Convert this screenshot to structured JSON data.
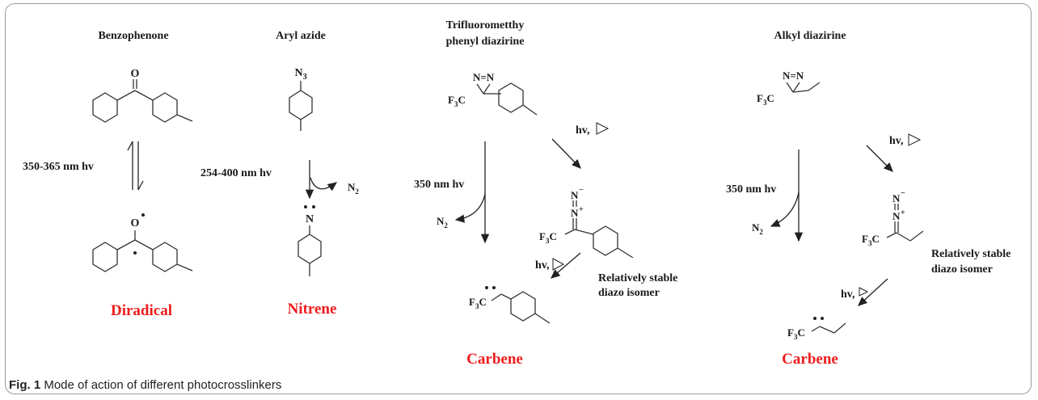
{
  "headers": {
    "benzophenone": "Benzophenone",
    "aryl_azide": "Aryl azide",
    "tfm_line1": "Trifluorometthy",
    "tfm_line2": "phenyl diazirine",
    "alkyl": "Alkyl diazirine"
  },
  "conditions": {
    "bp": "350-365 nm hv",
    "azide": "254-400 nm hv",
    "tfm": "350 nm hv",
    "alkyl": "350 nm hv",
    "hv_tfm_1": "hv,",
    "hv_tfm_2": "hv,",
    "hv_alk_1": "hv,",
    "hv_alk_2": "hv,"
  },
  "products": {
    "diradical": "Diradical",
    "nitrene": "Nitrene",
    "carbene1": "Carbene",
    "carbene2": "Carbene"
  },
  "notes": {
    "stable1_l1": "Relatively stable",
    "stable1_l2": "diazo isomer",
    "stable2_l1": "Relatively stable",
    "stable2_l2": "diazo isomer"
  },
  "atoms": {
    "O": "O",
    "N": "N",
    "N3": "N",
    "N3_sub": "3",
    "N2": "N",
    "N2_sub": "2",
    "F3C": "F",
    "F3C_sub": "3",
    "F3C_c": "C",
    "NN": "N=N",
    "minus": "−",
    "plus": "+"
  },
  "caption": {
    "label": "Fig. 1",
    "text": " Mode of action of different photocrosslinkers"
  },
  "colors": {
    "accent": "#ee1c1c",
    "frame": "#9a9a9a"
  }
}
